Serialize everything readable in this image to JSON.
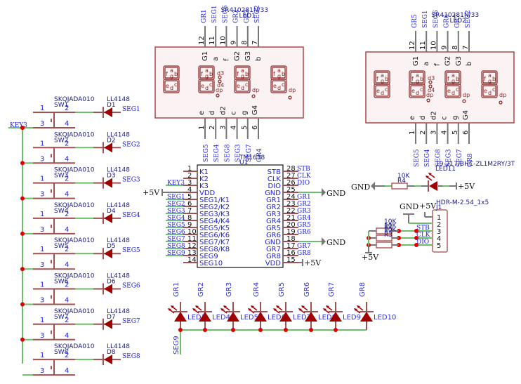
{
  "colors": {
    "wire": "#6dbf67",
    "pin": "#a05050",
    "body": "#a84848",
    "junction": "#e00000",
    "net_label": "#2020e0",
    "diode": "#a00000"
  },
  "switch_column": {
    "key_net": "KEY3",
    "rows": [
      {
        "part": "SKQJADA010",
        "ref": "SW1",
        "diode_part": "LL4148",
        "diode_ref": "D1",
        "net": "SEG1",
        "pins": [
          "1",
          "2",
          "3",
          "4"
        ]
      },
      {
        "part": "SKQJADA010",
        "ref": "SW2",
        "diode_part": "LL4148",
        "diode_ref": "D2",
        "net": "SEG2",
        "pins": [
          "1",
          "2",
          "3",
          "4"
        ]
      },
      {
        "part": "SKQJADA010",
        "ref": "SW3",
        "diode_part": "LL4148",
        "diode_ref": "D3",
        "net": "SEG3",
        "pins": [
          "1",
          "2",
          "3",
          "4"
        ]
      },
      {
        "part": "SKQJADA010",
        "ref": "SW4",
        "diode_part": "LL4148",
        "diode_ref": "D4",
        "net": "SEG4",
        "pins": [
          "1",
          "2",
          "3",
          "4"
        ]
      },
      {
        "part": "SKQJADA010",
        "ref": "SW5",
        "diode_part": "LL4148",
        "diode_ref": "D5",
        "net": "SEG5",
        "pins": [
          "1",
          "2",
          "3",
          "4"
        ]
      },
      {
        "part": "SKQJADA010",
        "ref": "SW6",
        "diode_part": "LL4148",
        "diode_ref": "D6",
        "net": "SEG6",
        "pins": [
          "1",
          "2",
          "3",
          "4"
        ]
      },
      {
        "part": "SKQJADA010",
        "ref": "SW7",
        "diode_part": "LL4148",
        "diode_ref": "D7",
        "net": "SEG7",
        "pins": [
          "1",
          "2",
          "3",
          "4"
        ]
      },
      {
        "part": "SKQJADA010",
        "ref": "SW8",
        "diode_part": "LL4148",
        "diode_ref": "D8",
        "net": "SEG8",
        "pins": [
          "1",
          "2",
          "3",
          "4"
        ]
      }
    ]
  },
  "displays": [
    {
      "part": "SR410281N/33",
      "ref": "LED1",
      "top_pins": [
        {
          "num": "12",
          "name": "G1",
          "net": "GR1"
        },
        {
          "num": "11",
          "name": "a",
          "net": "SEG1"
        },
        {
          "num": "10",
          "name": "f",
          "net": "SEG6"
        },
        {
          "num": "9",
          "name": "G2",
          "net": "GR2"
        },
        {
          "num": "8",
          "name": "G3",
          "net": "GR3"
        },
        {
          "num": "7",
          "name": "b",
          "net": "SEG2"
        }
      ],
      "bottom_pins": [
        {
          "num": "1",
          "name": "e",
          "net": "SEG5"
        },
        {
          "num": "2",
          "name": "d",
          "net": "SEG4"
        },
        {
          "num": "3",
          "name": "d2",
          "net": "SEG8"
        },
        {
          "num": "4",
          "name": "c",
          "net": "SEG3"
        },
        {
          "num": "5",
          "name": "g",
          "net": "SEG7"
        },
        {
          "num": "6",
          "name": "G4",
          "net": "GR4"
        }
      ]
    },
    {
      "part": "SR410281N/33",
      "ref": "LED2",
      "top_pins": [
        {
          "num": "12",
          "name": "G1",
          "net": "GR5"
        },
        {
          "num": "11",
          "name": "a",
          "net": "SEG1"
        },
        {
          "num": "10",
          "name": "f",
          "net": "SEG6"
        },
        {
          "num": "9",
          "name": "G2",
          "net": "GR6"
        },
        {
          "num": "8",
          "name": "G3",
          "net": "GR7"
        },
        {
          "num": "7",
          "name": "b",
          "net": "SEG2"
        }
      ],
      "bottom_pins": [
        {
          "num": "1",
          "name": "e",
          "net": "SEG5"
        },
        {
          "num": "2",
          "name": "d",
          "net": "SEG4"
        },
        {
          "num": "3",
          "name": "d2",
          "net": "SEG8"
        },
        {
          "num": "4",
          "name": "c",
          "net": "SEG3"
        },
        {
          "num": "5",
          "name": "g",
          "net": "SEG7"
        },
        {
          "num": "6",
          "name": "G4",
          "net": "GR8"
        }
      ]
    }
  ],
  "digit_labels": {
    "a": "a",
    "b": "b",
    "c": "c",
    "d": "d",
    "e": "e",
    "f": "f",
    "g": "g",
    "dp": "dp",
    "d3": "d3",
    "d4": "d4"
  },
  "ic": {
    "part": "TM1638",
    "ref": "U1",
    "left_pins": [
      {
        "num": "1",
        "name": "K1",
        "net": ""
      },
      {
        "num": "2",
        "name": "K2",
        "net": ""
      },
      {
        "num": "3",
        "name": "K3",
        "net": "KEY3"
      },
      {
        "num": "4",
        "name": "VDD",
        "net": "+5V"
      },
      {
        "num": "5",
        "name": "SEG1/K1",
        "net": "SEG1"
      },
      {
        "num": "6",
        "name": "SEG2/K2",
        "net": "SEG2"
      },
      {
        "num": "7",
        "name": "SEG3/K3",
        "net": "SEG3"
      },
      {
        "num": "8",
        "name": "SEG4/K4",
        "net": "SEG4"
      },
      {
        "num": "9",
        "name": "SEG5/K5",
        "net": "SEG5"
      },
      {
        "num": "10",
        "name": "SEG6/K6",
        "net": "SEG6"
      },
      {
        "num": "11",
        "name": "SEG7/K7",
        "net": "SEG7"
      },
      {
        "num": "12",
        "name": "SEG8/K8",
        "net": "SEG8"
      },
      {
        "num": "13",
        "name": "SEG9",
        "net": "SEG9"
      },
      {
        "num": "14",
        "name": "SEG10",
        "net": ""
      }
    ],
    "right_pins": [
      {
        "num": "28",
        "name": "STB",
        "net": "STB"
      },
      {
        "num": "27",
        "name": "CLK",
        "net": "CLK"
      },
      {
        "num": "26",
        "name": "DIO",
        "net": "DIO"
      },
      {
        "num": "25",
        "name": "GND",
        "net": "GND"
      },
      {
        "num": "24",
        "name": "GR1",
        "net": "GR1"
      },
      {
        "num": "23",
        "name": "GR2",
        "net": "GR2"
      },
      {
        "num": "22",
        "name": "GR3",
        "net": "GR3"
      },
      {
        "num": "21",
        "name": "GR4",
        "net": "GR4"
      },
      {
        "num": "20",
        "name": "GR5",
        "net": "GR5"
      },
      {
        "num": "19",
        "name": "GR6",
        "net": "GR6"
      },
      {
        "num": "18",
        "name": "GND",
        "net": "GND"
      },
      {
        "num": "17",
        "name": "GR7",
        "net": "GR7"
      },
      {
        "num": "16",
        "name": "GR8",
        "net": "GR8"
      },
      {
        "num": "15",
        "name": "VDD",
        "net": "+5V"
      }
    ]
  },
  "power_led": {
    "resistor_ref": "R4",
    "resistor_value": "10K",
    "led_part": "19-217/BHC-ZL1M2RY/3T",
    "led_ref": "LED11",
    "gnd": "GND",
    "vcc": "+5V"
  },
  "header": {
    "part": "HDR-M-2.54_1x5",
    "ref": "J1",
    "pins": [
      "1",
      "2",
      "3",
      "4",
      "5"
    ],
    "gnd": "GND",
    "vcc_top": "+5V",
    "vcc_bottom": "+5V",
    "nets": [
      "STB",
      "CLK",
      "DIO"
    ],
    "resistors": [
      {
        "ref": "R1",
        "value": "10K"
      },
      {
        "ref": "R2",
        "value": "10K"
      },
      {
        "ref": "R3",
        "value": "10K"
      }
    ]
  },
  "led_row": {
    "common_net": "SEG9",
    "leds": [
      {
        "net": "GR1",
        "ref": "LED3"
      },
      {
        "net": "GR2",
        "ref": "LED4"
      },
      {
        "net": "GR3",
        "ref": "LED5"
      },
      {
        "net": "GR4",
        "ref": "LED6"
      },
      {
        "net": "GR5",
        "ref": "LED7"
      },
      {
        "net": "GR6",
        "ref": "LED8"
      },
      {
        "net": "GR7",
        "ref": "LED9"
      },
      {
        "net": "GR8",
        "ref": "LED10"
      }
    ]
  },
  "power_labels": {
    "vcc": "+5V",
    "gnd": "GND"
  }
}
